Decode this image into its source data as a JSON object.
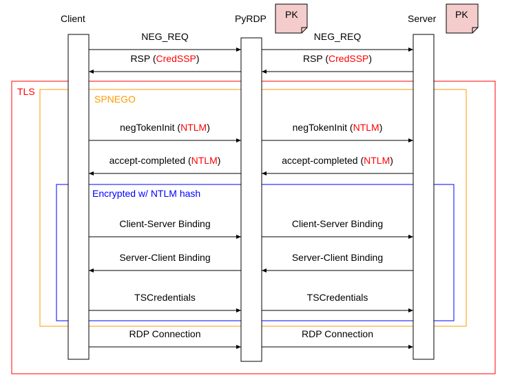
{
  "actors": {
    "client": "Client",
    "pyrdp": "PyRDP",
    "server": "Server"
  },
  "notes": {
    "pyrdp_key": "PK",
    "server_key": "PK"
  },
  "regions": {
    "tls": "TLS",
    "spnego": "SPNEGO",
    "encrypted": "Encrypted w/ NTLM hash"
  },
  "messages": [
    {
      "left": [
        {
          "text": "NEG_REQ"
        }
      ],
      "right": [
        {
          "text": "NEG_REQ"
        }
      ],
      "direction": "to-server"
    },
    {
      "left": [
        {
          "text": "RSP ("
        },
        {
          "text": "CredSSP",
          "highlight": true
        },
        {
          "text": ")"
        }
      ],
      "right": [
        {
          "text": "RSP ("
        },
        {
          "text": "CredSSP",
          "highlight": true
        },
        {
          "text": ")"
        }
      ],
      "direction": "to-client"
    },
    {
      "left": [
        {
          "text": "negTokenInit ("
        },
        {
          "text": "NTLM",
          "highlight": true
        },
        {
          "text": ")"
        }
      ],
      "right": [
        {
          "text": "negTokenInit ("
        },
        {
          "text": "NTLM",
          "highlight": true
        },
        {
          "text": ")"
        }
      ],
      "direction": "to-server"
    },
    {
      "left": [
        {
          "text": "accept-completed ("
        },
        {
          "text": "NTLM",
          "highlight": true
        },
        {
          "text": ")"
        }
      ],
      "right": [
        {
          "text": "accept-completed ("
        },
        {
          "text": "NTLM",
          "highlight": true
        },
        {
          "text": ")"
        }
      ],
      "direction": "to-client"
    },
    {
      "left": [
        {
          "text": "Client-Server Binding"
        }
      ],
      "right": [
        {
          "text": "Client-Server Binding"
        }
      ],
      "direction": "to-server"
    },
    {
      "left": [
        {
          "text": "Server-Client Binding"
        }
      ],
      "right": [
        {
          "text": "Server-Client Binding"
        }
      ],
      "direction": "to-client"
    },
    {
      "left": [
        {
          "text": "TSCredentials"
        }
      ],
      "right": [
        {
          "text": "TSCredentials"
        }
      ],
      "direction": "to-server"
    },
    {
      "left": [
        {
          "text": "RDP Connection"
        }
      ],
      "right": [
        {
          "text": "RDP Connection"
        }
      ],
      "direction": "to-server"
    }
  ],
  "colors": {
    "tls": "#ff0000",
    "spnego": "#ff9900",
    "encrypted": "#0000ff",
    "highlight": "#ff0000",
    "note_fill": "#f4cccc",
    "lifeline": "#000000",
    "arrow": "#000000",
    "text": "#000000"
  }
}
